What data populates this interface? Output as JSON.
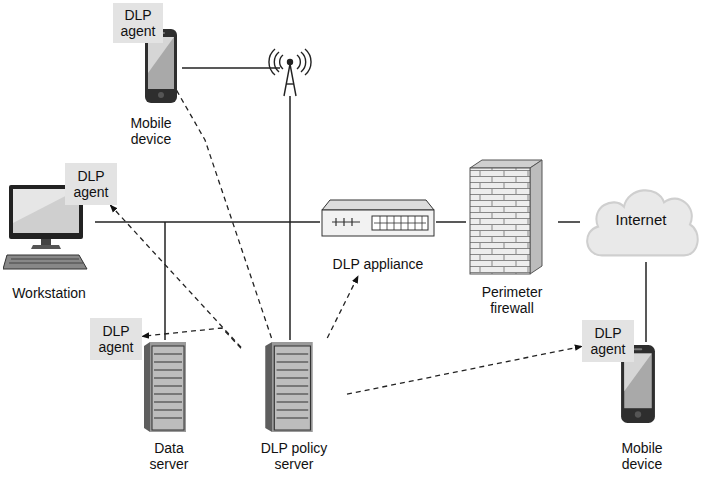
{
  "diagram": {
    "nodes": [
      {
        "text": [
          "DLP agent"
        ]
      },
      {
        "text": [
          "Mobile device"
        ]
      },
      {
        "text": [
          "DLP agent"
        ]
      },
      {
        "text": [
          "Workstation"
        ]
      },
      {
        "text": [
          "DLP agent"
        ]
      },
      {
        "text": [
          "Data server"
        ]
      },
      {
        "text": [
          "DLP policy server"
        ]
      },
      {
        "text": [
          "DLP appliance"
        ]
      },
      {
        "text": [
          "Perimeter firewall"
        ]
      },
      {
        "text": [
          "Internet"
        ]
      },
      {
        "text": [
          "DLP agent"
        ]
      },
      {
        "text": [
          "Mobile device"
        ]
      }
    ],
    "edges": [
      {
        "from": 6,
        "to": 0,
        "arrow": "to"
      },
      {
        "from": 6,
        "to": 2,
        "arrow": "to"
      },
      {
        "from": 6,
        "to": 4,
        "arrow": "to"
      },
      {
        "from": 6,
        "to": 7,
        "arrow": "to"
      },
      {
        "from": 6,
        "to": 10,
        "arrow": "to"
      },
      {
        "from": 3,
        "to": 7,
        "arrow": "none"
      },
      {
        "from": 7,
        "to": 8,
        "arrow": "none"
      },
      {
        "from": 8,
        "to": 9,
        "arrow": "none"
      },
      {
        "from": 9,
        "to": 11,
        "arrow": "none"
      }
    ]
  }
}
